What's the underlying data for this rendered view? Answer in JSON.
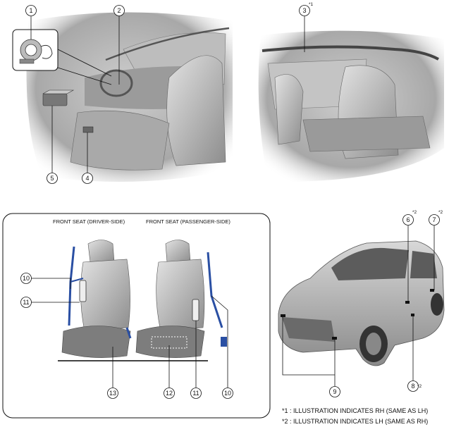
{
  "labels": {
    "seat_driver": "FRONT SEAT (DRIVER-SIDE)",
    "seat_passenger": "FRONT SEAT (PASSENGER-SIDE)"
  },
  "callouts": [
    "1",
    "2",
    "3",
    "4",
    "5",
    "6",
    "7",
    "8",
    "9",
    "10",
    "11",
    "12",
    "13"
  ],
  "superscripts": {
    "c3": "*1",
    "c6": "*2",
    "c7": "*2",
    "c8": "*2"
  },
  "footnotes": [
    "*1 : ILLUSTRATION INDICATES RH (SAME AS LH)",
    "*2 : ILLUSTRATION INDICATES LH (SAME AS RH)"
  ]
}
